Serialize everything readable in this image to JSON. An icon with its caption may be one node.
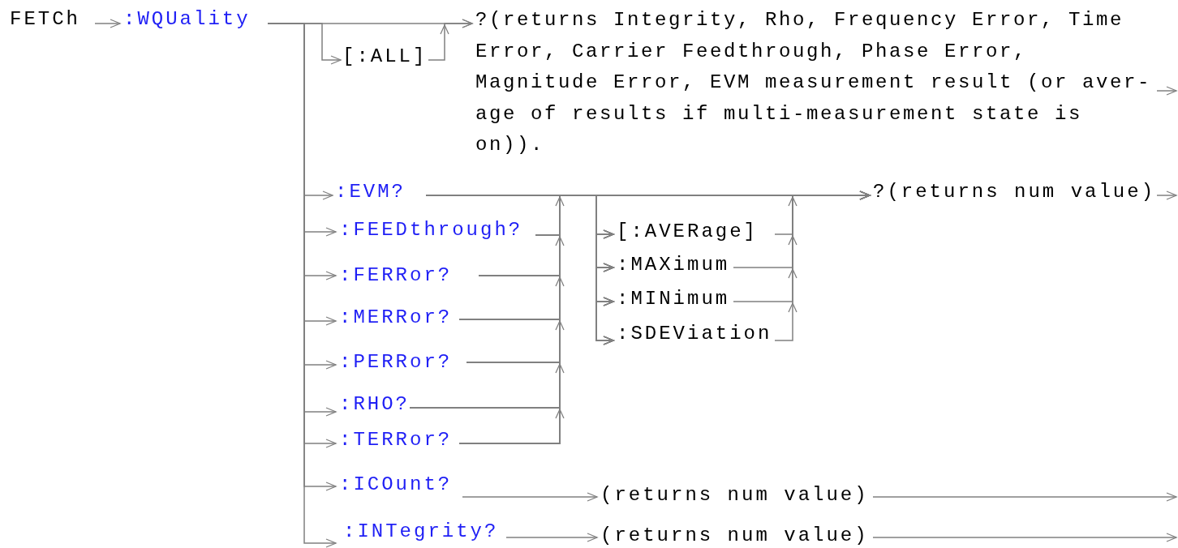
{
  "diagram": {
    "nodes": [
      {
        "text": [
          "FETCh"
        ]
      },
      {
        "text": [
          ":WQUality"
        ]
      },
      {
        "text": [
          "[:ALL]"
        ]
      },
      {
        "text": [
          "?(returns Integrity, Rho, Frequency Error, Time Error, Carrier Feedthrough, Phase Error, Magnitude Error, EVM measurement result (or aver-age of results if multi-measurement state is on))."
        ]
      },
      {
        "text": [
          ":EVM?"
        ]
      },
      {
        "text": [
          ":FEEDthrough?"
        ]
      },
      {
        "text": [
          ":FERRor?"
        ]
      },
      {
        "text": [
          ":MERRor?"
        ]
      },
      {
        "text": [
          ":PERRor?"
        ]
      },
      {
        "text": [
          ":RHO?"
        ]
      },
      {
        "text": [
          ":TERRor?"
        ]
      },
      {
        "text": [
          "[:AVERage]"
        ]
      },
      {
        "text": [
          ":MAXimum"
        ]
      },
      {
        "text": [
          ":MINimum"
        ]
      },
      {
        "text": [
          ":SDEViation"
        ]
      },
      {
        "text": [
          "?(returns num value)"
        ]
      },
      {
        "text": [
          ":ICOunt?"
        ]
      },
      {
        "text": [
          "(returns num value)"
        ]
      },
      {
        "text": [
          ":INTegrity?"
        ]
      },
      {
        "text": [
          "(returns num value)"
        ]
      }
    ],
    "edges": [
      {
        "from": 0,
        "to": 1,
        "arrow": "to"
      },
      {
        "from": 1,
        "to": 3,
        "arrow": "to"
      },
      {
        "from": 1,
        "to": 2,
        "arrow": "to"
      },
      {
        "from": 2,
        "to": 3,
        "arrow": "to"
      },
      {
        "from": 3,
        "to": null,
        "arrow": "to"
      },
      {
        "from": 1,
        "to": 4,
        "arrow": "to"
      },
      {
        "from": 1,
        "to": 5,
        "arrow": "to"
      },
      {
        "from": 1,
        "to": 6,
        "arrow": "to"
      },
      {
        "from": 1,
        "to": 7,
        "arrow": "to"
      },
      {
        "from": 1,
        "to": 8,
        "arrow": "to"
      },
      {
        "from": 1,
        "to": 9,
        "arrow": "to"
      },
      {
        "from": 1,
        "to": 10,
        "arrow": "to"
      },
      {
        "from": 1,
        "to": 16,
        "arrow": "to"
      },
      {
        "from": 1,
        "to": 18,
        "arrow": "to"
      },
      {
        "from": 4,
        "to": 15,
        "arrow": "to"
      },
      {
        "from": 5,
        "to": 15,
        "arrow": "to"
      },
      {
        "from": 6,
        "to": 15,
        "arrow": "to"
      },
      {
        "from": 7,
        "to": 15,
        "arrow": "to"
      },
      {
        "from": 8,
        "to": 15,
        "arrow": "to"
      },
      {
        "from": 9,
        "to": 15,
        "arrow": "to"
      },
      {
        "from": 10,
        "to": 15,
        "arrow": "to"
      },
      {
        "from": 4,
        "to": 11,
        "arrow": "to"
      },
      {
        "from": 4,
        "to": 12,
        "arrow": "to"
      },
      {
        "from": 4,
        "to": 13,
        "arrow": "to"
      },
      {
        "from": 4,
        "to": 14,
        "arrow": "to"
      },
      {
        "from": 5,
        "to": 11,
        "arrow": "to"
      },
      {
        "from": 5,
        "to": 12,
        "arrow": "to"
      },
      {
        "from": 5,
        "to": 13,
        "arrow": "to"
      },
      {
        "from": 5,
        "to": 14,
        "arrow": "to"
      },
      {
        "from": 6,
        "to": 11,
        "arrow": "to"
      },
      {
        "from": 6,
        "to": 12,
        "arrow": "to"
      },
      {
        "from": 6,
        "to": 13,
        "arrow": "to"
      },
      {
        "from": 6,
        "to": 14,
        "arrow": "to"
      },
      {
        "from": 7,
        "to": 11,
        "arrow": "to"
      },
      {
        "from": 7,
        "to": 12,
        "arrow": "to"
      },
      {
        "from": 7,
        "to": 13,
        "arrow": "to"
      },
      {
        "from": 7,
        "to": 14,
        "arrow": "to"
      },
      {
        "from": 8,
        "to": 11,
        "arrow": "to"
      },
      {
        "from": 8,
        "to": 12,
        "arrow": "to"
      },
      {
        "from": 8,
        "to": 13,
        "arrow": "to"
      },
      {
        "from": 8,
        "to": 14,
        "arrow": "to"
      },
      {
        "from": 9,
        "to": 11,
        "arrow": "to"
      },
      {
        "from": 9,
        "to": 12,
        "arrow": "to"
      },
      {
        "from": 9,
        "to": 13,
        "arrow": "to"
      },
      {
        "from": 9,
        "to": 14,
        "arrow": "to"
      },
      {
        "from": 10,
        "to": 11,
        "arrow": "to"
      },
      {
        "from": 10,
        "to": 12,
        "arrow": "to"
      },
      {
        "from": 10,
        "to": 13,
        "arrow": "to"
      },
      {
        "from": 10,
        "to": 14,
        "arrow": "to"
      },
      {
        "from": 11,
        "to": 15,
        "arrow": "to"
      },
      {
        "from": 12,
        "to": 15,
        "arrow": "to"
      },
      {
        "from": 13,
        "to": 15,
        "arrow": "to"
      },
      {
        "from": 14,
        "to": 15,
        "arrow": "to"
      },
      {
        "from": 15,
        "to": null,
        "arrow": "to"
      },
      {
        "from": 16,
        "to": 17,
        "arrow": "to"
      },
      {
        "from": 17,
        "to": null,
        "arrow": "to"
      },
      {
        "from": 18,
        "to": 19,
        "arrow": "to"
      },
      {
        "from": 19,
        "to": null,
        "arrow": "to"
      }
    ]
  }
}
